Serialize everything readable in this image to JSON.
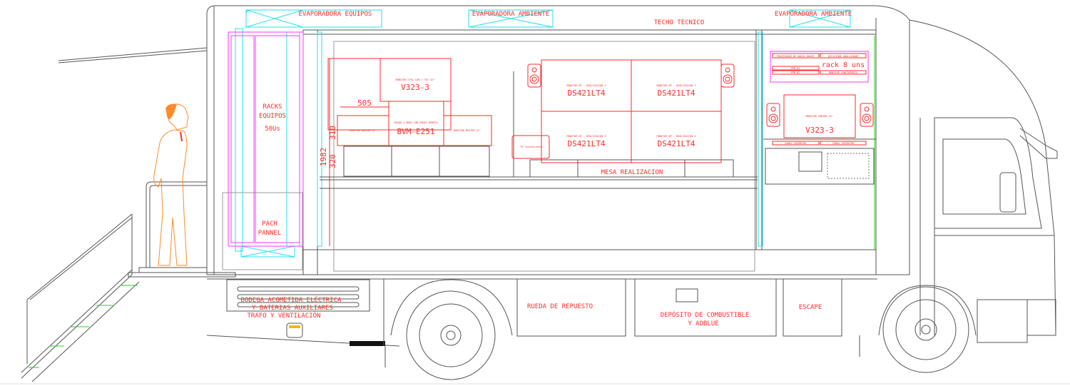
{
  "title": "Unidad movil - alzado lateral",
  "top_labels": {
    "evap_equipos": "EVAPORADORA EQUIPOS",
    "evap_ambiente_1": "EVAPORADORA AMBIENTE",
    "techo_tecnico": "TECHO TECNICO",
    "evap_ambiente_2": "EVAPORADORA AMBIENTE"
  },
  "racks": {
    "line1": "RACKS",
    "line2": "EQUIPOS",
    "line3": "50Us",
    "patch1": "PACH",
    "patch2": "PANNEL"
  },
  "dimensions": {
    "width": "505",
    "h1": "310",
    "h2": "320",
    "total": "1982"
  },
  "monitors": {
    "ctrl_cam_desc": "MONITOR CTRL CAM / TEC 32\"",
    "ctrl_cam_model": "V323-3",
    "grade1_desc": "GRADO 1 MONT CON PANEL REMOTO",
    "grade1_model": "BVM-E251",
    "master_left": "MONITOR MASTER 21\"",
    "master_right": "MONITOR MASTER 21\"",
    "touch": "TD TouchScreen",
    "kp": [
      {
        "desc": "MONITOR KP - REALIZACION 1",
        "model": "DS421LT4"
      },
      {
        "desc": "MONITOR KP - REALIZACION 2",
        "model": "DS421LT4"
      },
      {
        "desc": "MONITOR KP - REALIZACION 3",
        "model": "DS421LT4"
      },
      {
        "desc": "MONITOR KP - REALIZACION 4",
        "model": "DS421LT4"
      }
    ],
    "sound_desc": "MONITOR SONIDO 32\"",
    "sound_model": "V323-3"
  },
  "desk": "MESA REALIZACION",
  "audio_rack": {
    "title": "rack 8 uns",
    "proc": "PROCESADOR DE AUDIO DOLBY",
    "analyzer": "DIVISIONE ANALIZADOR",
    "ppm1": "PPM 01",
    "ppm2": "PPM 02",
    "confidence": "MONITOR CONFIDENCIA",
    "intercom1": "PANEL INTERCOM",
    "intercom2": "PANEL INTERCOM"
  },
  "lower": {
    "bodega1": "BODEGA ACOMETIDA ELÉCTRICA",
    "bodega2": "Y BATERIAS AUXILIARES",
    "bodega3": "TRAFO Y VENTILACIÓN",
    "rueda": "RUEDA DE REPUESTO",
    "deposito1": "DEPÓSITO DE COMBUSTIBLE",
    "deposito2": "Y ADBLUE",
    "escape": "ESCAPE"
  },
  "colors": {
    "annotation": "#ff2a2a",
    "hvac": "#22e0f0",
    "rack": "#ff33ff",
    "figure": "#ff8a2a",
    "lines": "#555555"
  }
}
